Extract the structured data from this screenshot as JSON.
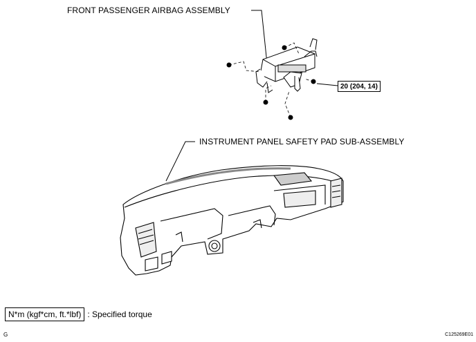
{
  "labels": {
    "airbag": "FRONT PASSENGER AIRBAG ASSEMBLY",
    "pad": "INSTRUMENT PANEL SAFETY PAD SUB-ASSEMBLY"
  },
  "torque": "20 (204, 14)",
  "legend": {
    "unit": "N*m (kgf*cm, ft.*lbf)",
    "text": ": Specified torque"
  },
  "footer": {
    "section": "G",
    "code": "C125269E01"
  }
}
